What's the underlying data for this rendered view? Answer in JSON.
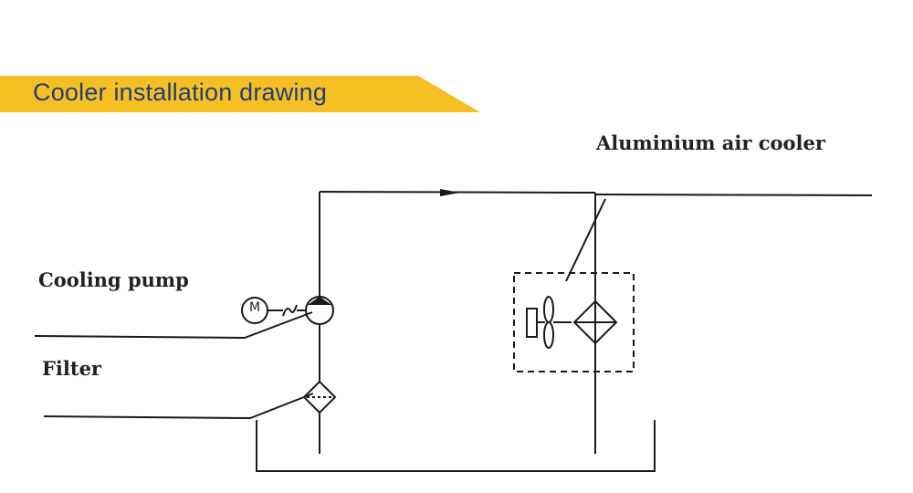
{
  "banner": {
    "title": "Cooler installation drawing",
    "color": "#f6c025",
    "text_color": "#1f3f73"
  },
  "labels": {
    "air_cooler": "Aluminium air cooler",
    "pump": "Cooling pump",
    "filter": "Filter",
    "motor": "M"
  },
  "line_color": "#1a1a1a"
}
